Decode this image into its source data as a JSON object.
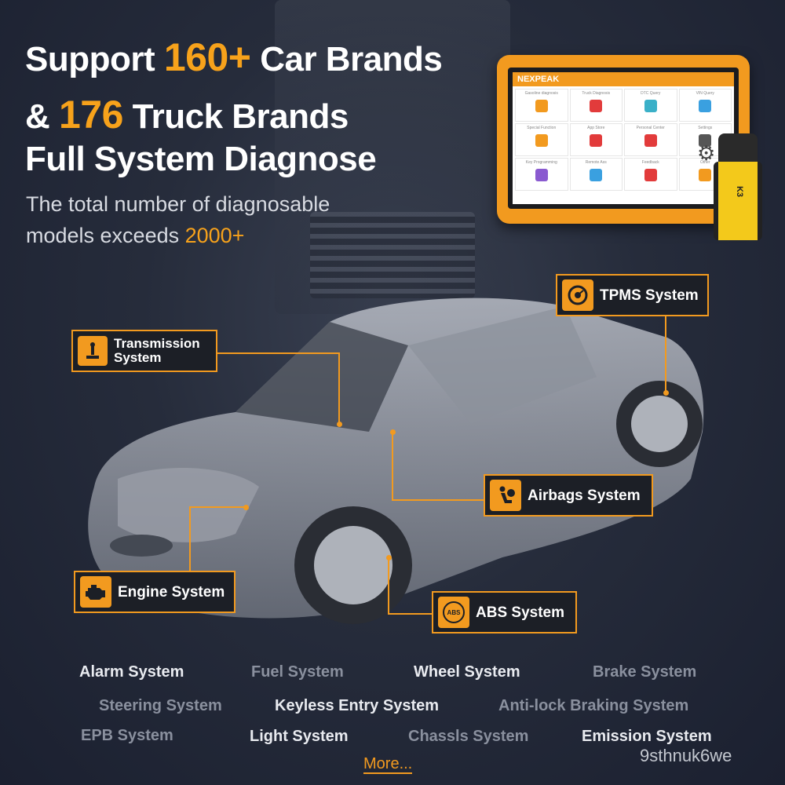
{
  "headline": {
    "l1_pre": "Support ",
    "l1_num": "160+",
    "l1_post": " Car Brands",
    "l2_pre": "& ",
    "l2_num": "176",
    "l2_post": " Truck Brands",
    "l3": "Full System Diagnose"
  },
  "subtitle": {
    "l1": "The total number of diagnosable",
    "l2_pre": "models exceeds ",
    "l2_num": "2000+"
  },
  "tablet": {
    "brand": "NEXPEAK",
    "tiles": [
      {
        "label": "Gasoline diagnosis",
        "icon": "car-icon",
        "color": "#f29a1f"
      },
      {
        "label": "Truck Diagnosis",
        "icon": "truck-icon",
        "color": "#e23b3b"
      },
      {
        "label": "DTC Query",
        "icon": "search-icon",
        "color": "#3ab0c8"
      },
      {
        "label": "VIN Query",
        "icon": "vin-icon",
        "color": "#3aa0e0"
      },
      {
        "label": "Special Function",
        "icon": "tools-icon",
        "color": "#f29a1f"
      },
      {
        "label": "App Store",
        "icon": "store-icon",
        "color": "#e23b3b"
      },
      {
        "label": "Personal Center",
        "icon": "person-icon",
        "color": "#e23b3b"
      },
      {
        "label": "Settings",
        "icon": "gear-icon",
        "color": "#555555"
      },
      {
        "label": "Key Programming",
        "icon": "key-icon",
        "color": "#8a5ad0"
      },
      {
        "label": "Remote Ass",
        "icon": "remote-icon",
        "color": "#3aa0e0"
      },
      {
        "label": "Feedback",
        "icon": "feedback-icon",
        "color": "#e23b3b"
      },
      {
        "label": "Other",
        "icon": "grid-icon",
        "color": "#f29a1f"
      }
    ]
  },
  "dongle": {
    "label": "K3"
  },
  "callouts": {
    "transmission": "Transmission System",
    "tpms": "TPMS System",
    "airbags": "Airbags System",
    "engine": "Engine System",
    "abs": "ABS System",
    "abs_icon_text": "ABS"
  },
  "systems": [
    {
      "label": "Alarm System",
      "style": "bright"
    },
    {
      "label": "Fuel System",
      "style": "dim"
    },
    {
      "label": "Wheel System",
      "style": "bright"
    },
    {
      "label": "Brake System",
      "style": "dim"
    },
    {
      "label": "Steering System",
      "style": "dim"
    },
    {
      "label": "Keyless Entry System",
      "style": "bright"
    },
    {
      "label": "Anti-lock Braking System",
      "style": "dim"
    },
    {
      "label": "EPB System",
      "style": "dim"
    },
    {
      "label": "Light System",
      "style": "bright"
    },
    {
      "label": "Chassls System",
      "style": "dim"
    },
    {
      "label": "Emission System",
      "style": "bright"
    }
  ],
  "more": "More...",
  "watermark": "9sthnuk6we",
  "colors": {
    "accent": "#f29a1f",
    "background": "#262c3b"
  }
}
